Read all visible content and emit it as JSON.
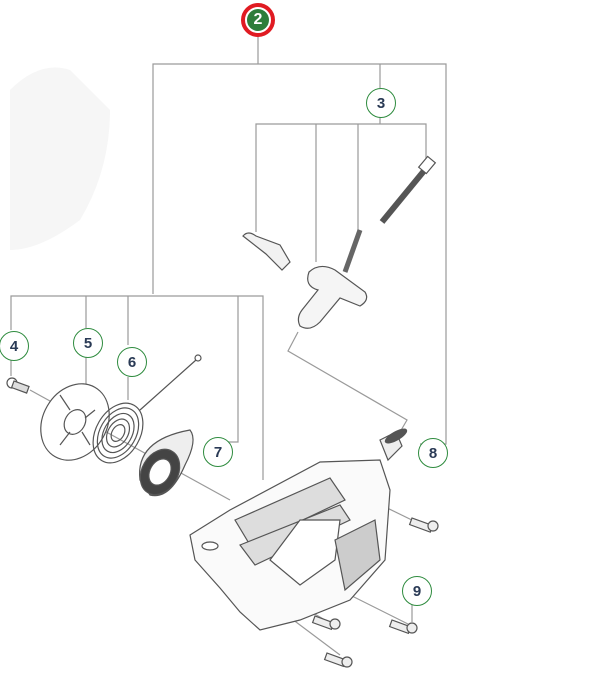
{
  "diagram": {
    "type": "exploded-parts-diagram",
    "colors": {
      "line": "#9a9a9a",
      "part_stroke": "#555555",
      "callout_border": "#2e8b3e",
      "callout_text": "#2a3a55",
      "main_callout_ring": "#e01b22",
      "main_callout_fill": "#2e7d3a"
    },
    "main_assembly": {
      "number": "2",
      "label": "starter-assembly"
    },
    "callouts": [
      {
        "number": "3",
        "label": "starter-handle-assembly"
      },
      {
        "number": "4",
        "label": "screw"
      },
      {
        "number": "5",
        "label": "pulley"
      },
      {
        "number": "6",
        "label": "recoil-spring"
      },
      {
        "number": "7",
        "label": "spring-cassette"
      },
      {
        "number": "8",
        "label": "rope-guide"
      },
      {
        "number": "9",
        "label": "screw"
      }
    ]
  }
}
